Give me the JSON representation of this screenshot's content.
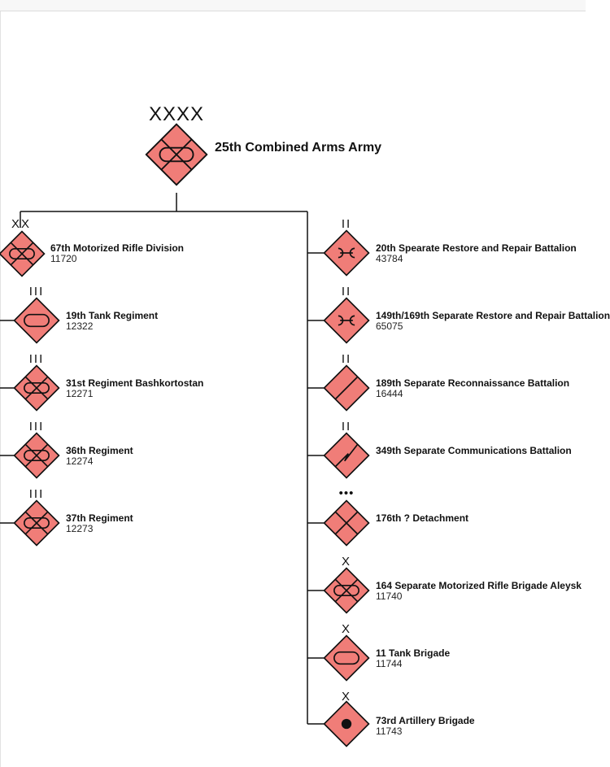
{
  "army": {
    "name": "25th Combined Arms Army",
    "echelon": "XXXX",
    "symbol": "motorized-infantry"
  },
  "left_units": [
    {
      "name": "67th Motorized Rifle Division",
      "code": "11720",
      "echelon": "XX",
      "symbol": "motorized-infantry"
    },
    {
      "name": "19th Tank Regiment",
      "code": "12322",
      "echelon": "III",
      "symbol": "armor"
    },
    {
      "name": "31st Regiment Bashkortostan",
      "code": "12271",
      "echelon": "III",
      "symbol": "motorized-infantry"
    },
    {
      "name": "36th Regiment",
      "code": "12274",
      "echelon": "III",
      "symbol": "motorized-infantry"
    },
    {
      "name": "37th Regiment",
      "code": "12273",
      "echelon": "III",
      "symbol": "motorized-infantry"
    }
  ],
  "right_units": [
    {
      "name": "20th Spearate Restore and Repair Battalion",
      "code": "43784",
      "echelon": "II",
      "symbol": "maintenance"
    },
    {
      "name": "149th/169th Separate Restore and Repair Battalion",
      "code": "65075",
      "echelon": "II",
      "symbol": "maintenance"
    },
    {
      "name": "189th Separate Reconnaissance Battalion",
      "code": "16444",
      "echelon": "II",
      "symbol": "reconnaissance"
    },
    {
      "name": "349th Separate Communications Battalion",
      "code": "",
      "echelon": "II",
      "symbol": "signal"
    },
    {
      "name": "176th ? Detachment",
      "code": "",
      "echelon": "•••",
      "symbol": "infantry"
    },
    {
      "name": "164 Separate Motorized Rifle Brigade Aleysk",
      "code": "11740",
      "echelon": "X",
      "symbol": "motorized-infantry"
    },
    {
      "name": "11 Tank Brigade",
      "code": "11744",
      "echelon": "X",
      "symbol": "armor"
    },
    {
      "name": "73rd Artillery Brigade",
      "code": "11743",
      "echelon": "X",
      "symbol": "artillery"
    }
  ],
  "colors": {
    "unit_fill": "#f07d78",
    "line": "#111111"
  }
}
